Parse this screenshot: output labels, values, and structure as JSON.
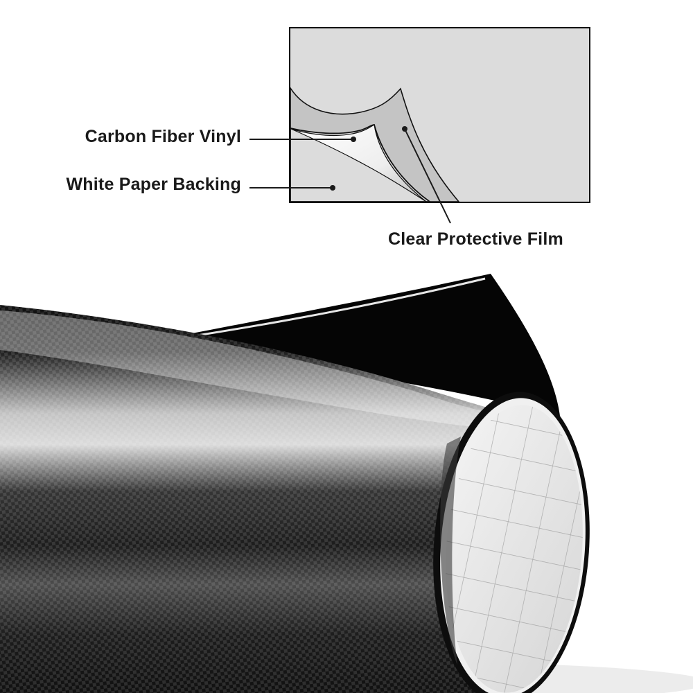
{
  "diagram": {
    "labels": {
      "carbon_fiber_vinyl": "Carbon Fiber Vinyl",
      "white_paper_backing": "White Paper Backing",
      "clear_protective_film": "Clear Protective Film"
    }
  },
  "colors": {
    "backing": "#dcdcdc",
    "film": "#bcbcbc",
    "vinyl_black": "#0a0a0a",
    "line": "#1a1a1a"
  }
}
